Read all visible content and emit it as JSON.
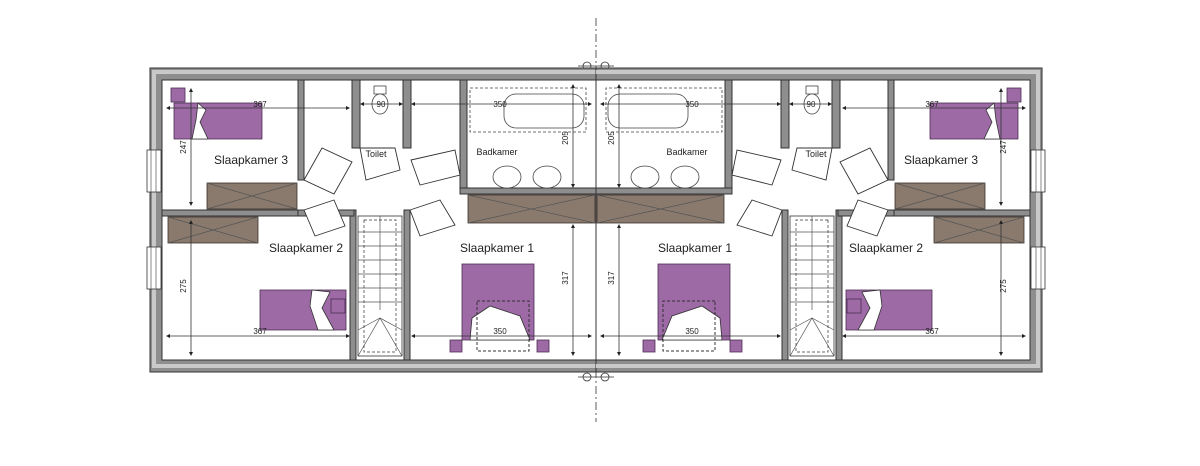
{
  "units": [
    {
      "id": "left",
      "rooms": {
        "bedroom3": "Slaapkamer 3",
        "bedroom2": "Slaapkamer 2",
        "bedroom1": "Slaapkamer 1",
        "toilet": "Toilet",
        "bathroom": "Badkamer"
      },
      "dims": {
        "b3_width": "367",
        "b3_depth": "247",
        "b2_width": "367",
        "b2_depth": "275",
        "toilet_width": "90",
        "bath_width": "350",
        "bath_depth": "205",
        "b1_width": "350",
        "b1_depth": "317"
      }
    },
    {
      "id": "right",
      "rooms": {
        "bedroom3": "Slaapkamer 3",
        "bedroom2": "Slaapkamer 2",
        "bedroom1": "Slaapkamer 1",
        "toilet": "Toilet",
        "bathroom": "Badkamer"
      },
      "dims": {
        "b3_width": "367",
        "b3_depth": "247",
        "b2_width": "367",
        "b2_depth": "275",
        "toilet_width": "90",
        "bath_width": "350",
        "bath_depth": "205",
        "b1_width": "350",
        "b1_depth": "317"
      }
    }
  ],
  "colors": {
    "bed": "#9d6aa6",
    "wardrobe": "#8a7a6d",
    "wall": "#8e8e8e"
  }
}
